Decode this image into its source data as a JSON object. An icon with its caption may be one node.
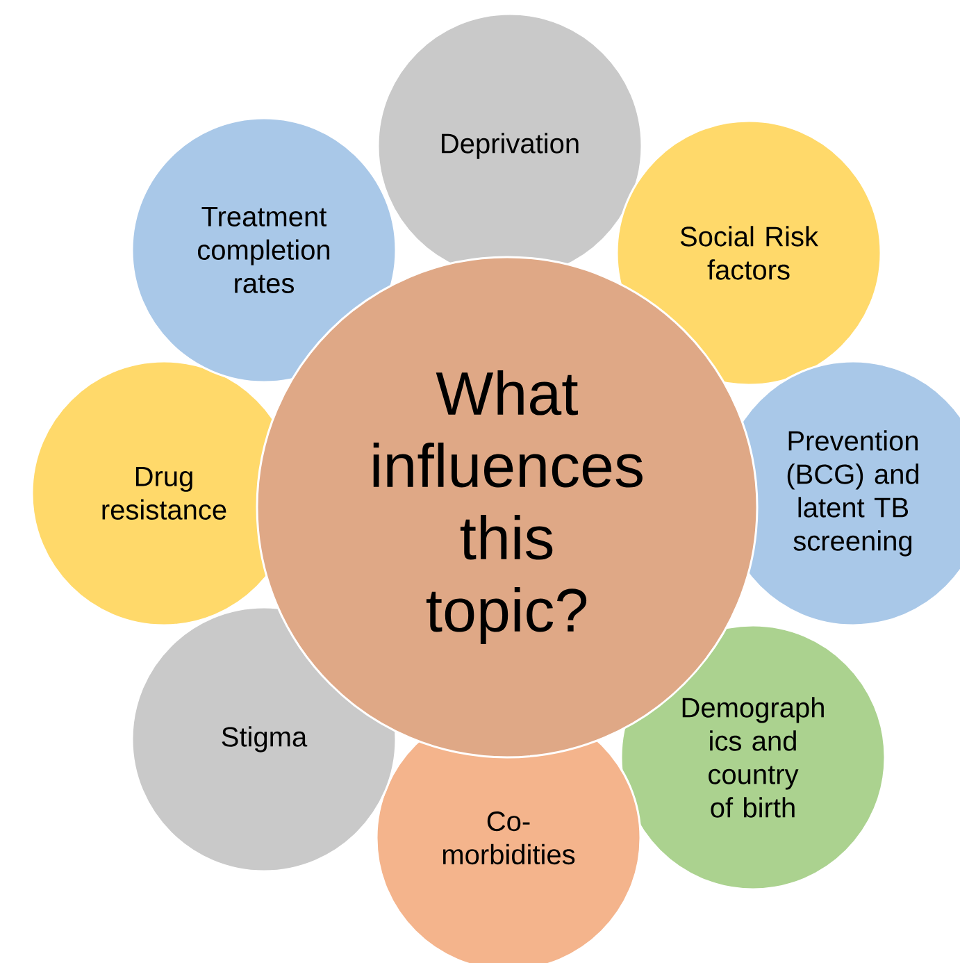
{
  "diagram": {
    "nodes": [
      {
        "text": [
          "What influences this topic?"
        ]
      },
      {
        "text": [
          "Deprivation"
        ]
      },
      {
        "text": [
          "Social Risk factors"
        ]
      },
      {
        "text": [
          "Prevention (BCG) and latent TB screening"
        ]
      },
      {
        "text": [
          "Demograph ics and country of birth"
        ]
      },
      {
        "text": [
          "Co- morbidities"
        ]
      },
      {
        "text": [
          "Stigma"
        ]
      },
      {
        "text": [
          "Drug resistance"
        ]
      },
      {
        "text": [
          "Treatment completion rates"
        ]
      }
    ]
  }
}
